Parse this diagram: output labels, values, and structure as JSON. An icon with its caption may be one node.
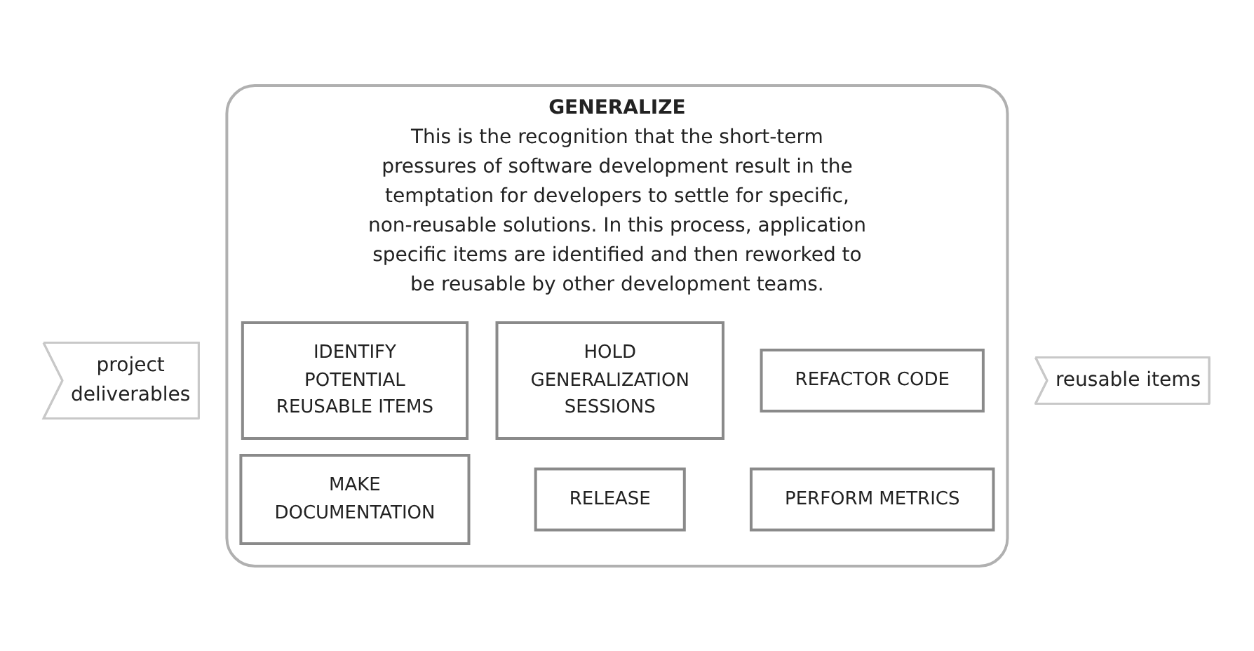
{
  "diagram": {
    "nodes": [
      {
        "text": [
          "project deliverables"
        ]
      },
      {
        "text": [
          "GENERALIZE",
          "This is the recognition that the short-term pressures of software development result in the temptation for developers to settle for specific, non-reusable solutions. In this process, application specific items are identified and then reworked to be reusable by other development teams."
        ]
      },
      {
        "text": [
          "IDENTIFY POTENTIAL REUSABLE ITEMS"
        ],
        "in": 1
      },
      {
        "text": [
          "HOLD GENERALIZATION SESSIONS"
        ],
        "in": 1
      },
      {
        "text": [
          "REFACTOR CODE"
        ],
        "in": 1
      },
      {
        "text": [
          "MAKE DOCUMENTATION"
        ],
        "in": 1
      },
      {
        "text": [
          "RELEASE"
        ],
        "in": 1
      },
      {
        "text": [
          "PERFORM METRICS"
        ],
        "in": 1
      },
      {
        "text": [
          "reusable items"
        ]
      }
    ],
    "edges": []
  }
}
